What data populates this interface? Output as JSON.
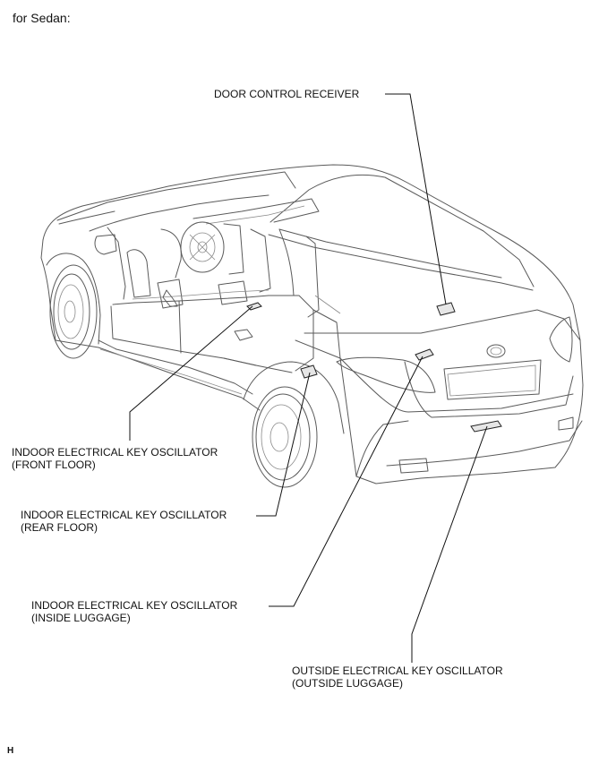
{
  "caption": "for Sedan:",
  "corner_mark": "H",
  "labels": {
    "door_control_receiver": "DOOR CONTROL RECEIVER",
    "front_floor_line1": "INDOOR ELECTRICAL KEY OSCILLATOR",
    "front_floor_line2": "(FRONT FLOOR)",
    "rear_floor_line1": "INDOOR ELECTRICAL KEY OSCILLATOR",
    "rear_floor_line2": "(REAR FLOOR)",
    "inside_luggage_line1": "INDOOR ELECTRICAL KEY OSCILLATOR",
    "inside_luggage_line2": "(INSIDE LUGGAGE)",
    "outside_luggage_line1": "OUTSIDE ELECTRICAL KEY OSCILLATOR",
    "outside_luggage_line2": "(OUTSIDE LUGGAGE)"
  }
}
